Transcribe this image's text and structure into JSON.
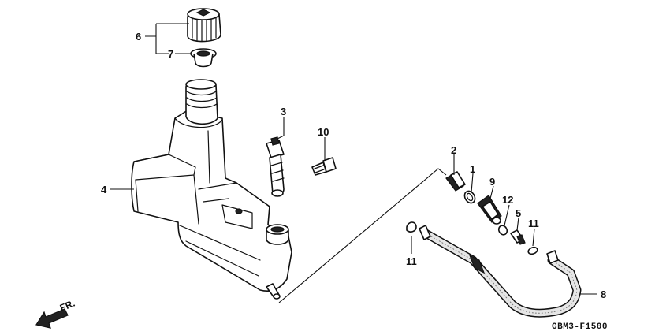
{
  "callouts": {
    "c1": "1",
    "c2": "2",
    "c3": "3",
    "c4": "4",
    "c5": "5",
    "c6": "6",
    "c7": "7",
    "c8": "8",
    "c9": "9",
    "c10": "10",
    "c11a": "11",
    "c11b": "11",
    "c12": "12"
  },
  "direction_label": "FR.",
  "drawing_code": "GBM3-F1500"
}
